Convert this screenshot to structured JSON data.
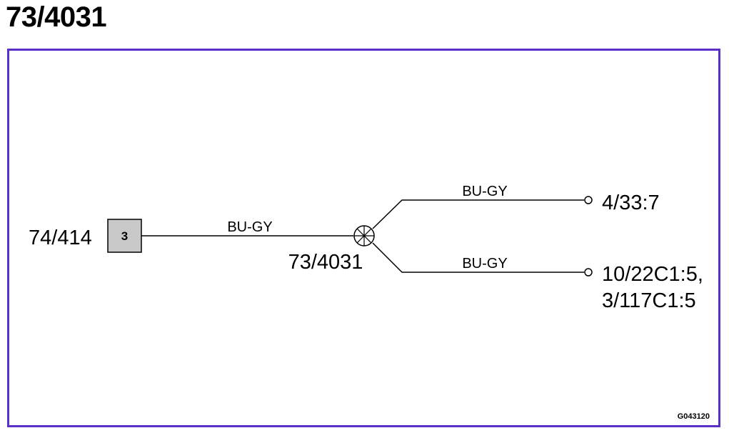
{
  "header": {
    "title": "73/4031"
  },
  "diagram": {
    "source_connector": {
      "label": "74/414",
      "pin": "3"
    },
    "splice": {
      "label": "73/4031"
    },
    "wires": [
      {
        "color_code": "BU-GY"
      },
      {
        "color_code": "BU-GY"
      },
      {
        "color_code": "BU-GY"
      }
    ],
    "destinations": [
      {
        "lines": [
          "4/33:7"
        ]
      },
      {
        "lines": [
          "10/22C1:5,",
          "3/117C1:5"
        ]
      }
    ],
    "figure_code": "G043120"
  },
  "colors": {
    "frame": "#5b2fc9",
    "connector_fill": "#c8c8c8"
  }
}
